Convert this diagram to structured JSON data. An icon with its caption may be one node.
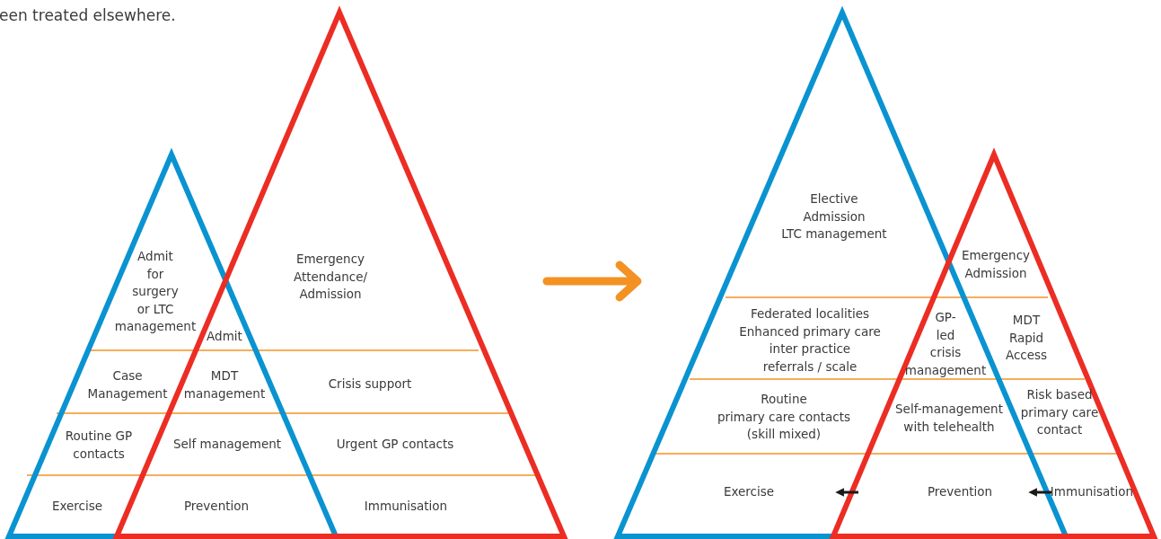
{
  "diagram": {
    "labels": [
      "een treated elsewhere.",
      "Admit for surgery or LTC management",
      "Emergency Attendance/ Admission",
      "Admit",
      "Case Management",
      "MDT management",
      "Crisis support",
      "Routine GP contacts",
      "Self management",
      "Urgent GP contacts",
      "Exercise",
      "Prevention",
      "Immunisation",
      "Elective Admission LTC management",
      "Emergency Admission",
      "Federated localities Enhanced primary care inter practice referrals / scale",
      "GP- led crisis management",
      "MDT Rapid Access",
      "Routine primary care contacts (skill mixed)",
      "Self-management with telehealth",
      "Risk based primary care contact",
      "Exercise",
      "Prevention",
      "Immunisation"
    ]
  }
}
